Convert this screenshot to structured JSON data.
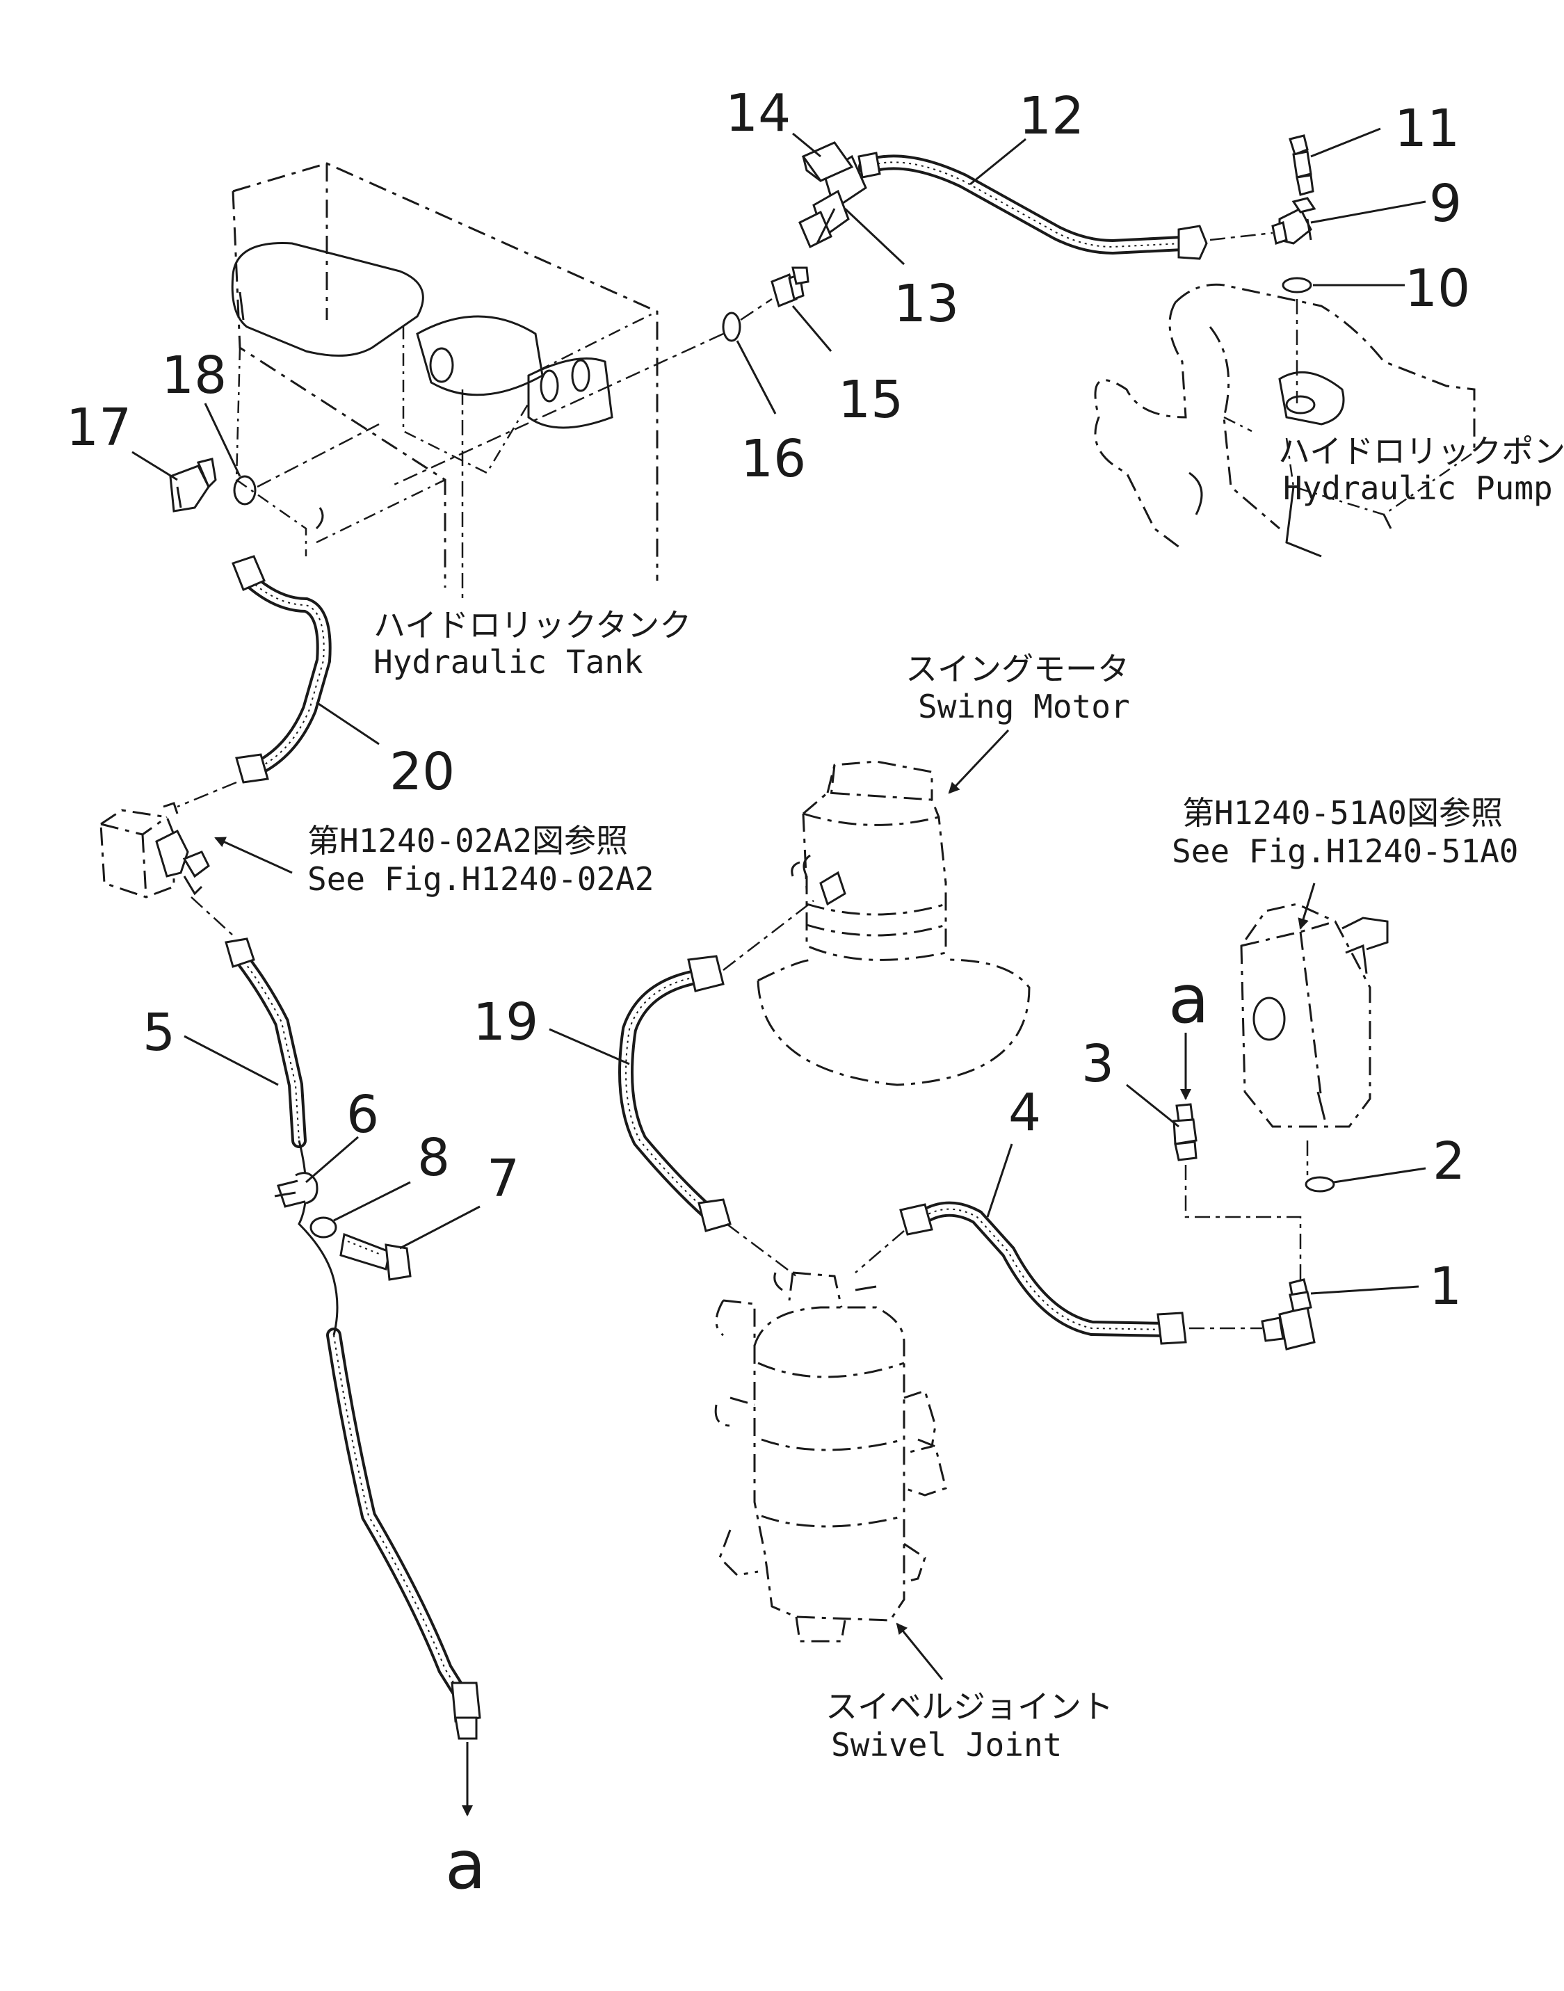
{
  "part_numbers": [
    "1",
    "2",
    "3",
    "4",
    "5",
    "6",
    "7",
    "8",
    "9",
    "10",
    "11",
    "12",
    "13",
    "14",
    "15",
    "16",
    "17",
    "18",
    "19",
    "20"
  ],
  "connection_letter": "a",
  "components": {
    "hydraulic_tank": {
      "jp": "ハイドロリックタンク",
      "en": "Hydraulic Tank"
    },
    "hydraulic_pump": {
      "jp": "ハイドロリックポンプ",
      "en": "Hydraulic Pump"
    },
    "swing_motor": {
      "jp": "スイングモータ",
      "en": "Swing Motor"
    },
    "swivel_joint": {
      "jp": "スイベルジョイント",
      "en": "Swivel Joint"
    },
    "ref_02a2": {
      "jp": "第H1240-02A2図参照",
      "en": "See Fig.H1240-02A2"
    },
    "ref_51a0": {
      "jp": "第H1240-51A0図参照",
      "en": "See Fig.H1240-51A0"
    }
  }
}
